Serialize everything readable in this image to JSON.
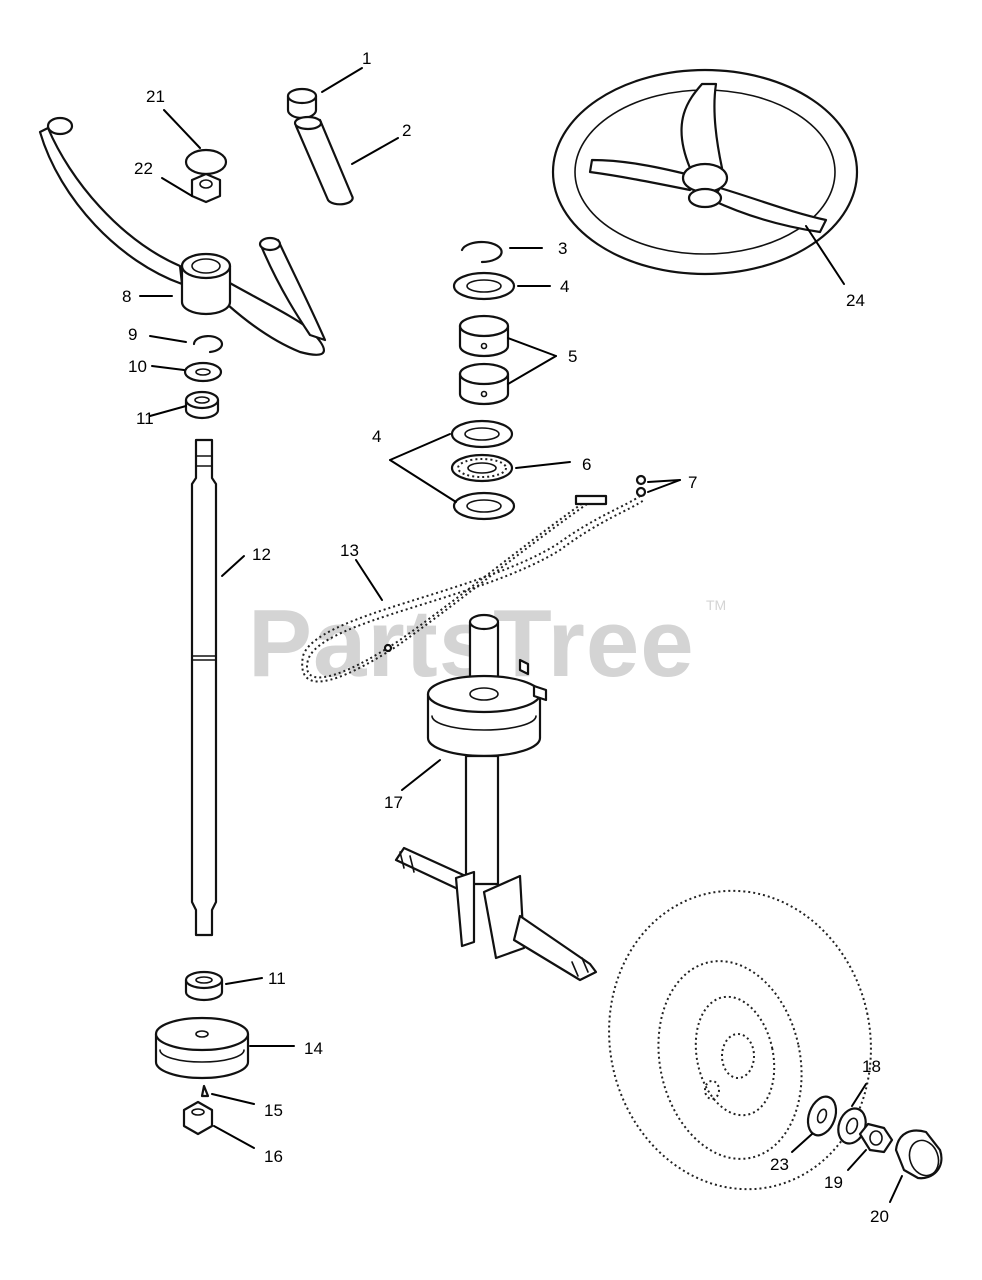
{
  "watermark": {
    "text": "PartsTree",
    "mark": "TM"
  },
  "callouts": {
    "c1": "1",
    "c2": "2",
    "c3": "3",
    "c4a": "4",
    "c4b": "4",
    "c5": "5",
    "c6": "6",
    "c7": "7",
    "c8": "8",
    "c9": "9",
    "c10": "10",
    "c11a": "11",
    "c11b": "11",
    "c12": "12",
    "c13": "13",
    "c14": "14",
    "c15": "15",
    "c16": "16",
    "c17": "17",
    "c18": "18",
    "c19": "19",
    "c20": "20",
    "c21": "21",
    "c22": "22",
    "c23": "23",
    "c24": "24"
  }
}
